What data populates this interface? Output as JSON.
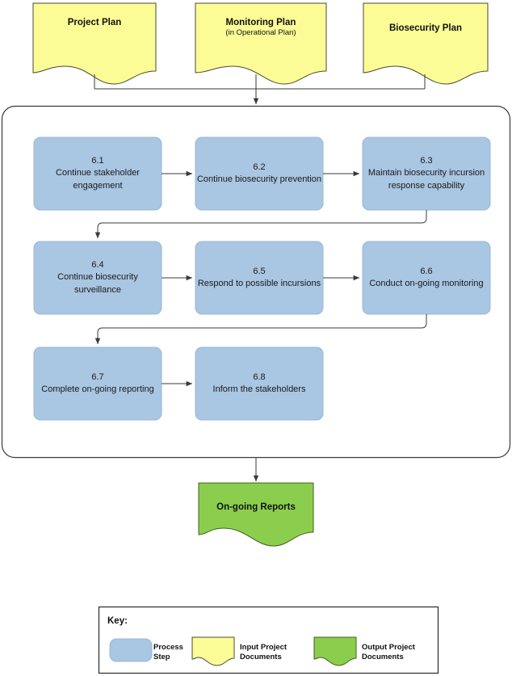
{
  "colors": {
    "process_fill": "#a9c6e2",
    "process_stroke": "#9ab8d6",
    "input_doc_fill": "#fcfc97",
    "input_doc_stroke": "#4a4a33",
    "output_doc_fill": "#8bce4e",
    "output_doc_stroke": "#3f5e22",
    "line": "#3a3a3a",
    "container_stroke": "#3a3a3a",
    "key_stroke": "#2a2a2a",
    "background": "#ffffff"
  },
  "diagram": {
    "type": "flowchart",
    "input_documents": [
      {
        "id": "project-plan",
        "label": "Project Plan",
        "sublabel": ""
      },
      {
        "id": "monitoring-plan",
        "label": "Monitoring Plan",
        "sublabel": "(in Operational Plan)"
      },
      {
        "id": "biosecurity-plan",
        "label": "Biosecurity Plan",
        "sublabel": ""
      }
    ],
    "process_steps": [
      {
        "number": "6.1",
        "label": "Continue stakeholder engagement"
      },
      {
        "number": "6.2",
        "label": "Continue biosecurity prevention"
      },
      {
        "number": "6.3",
        "label": "Maintain biosecurity incursion response capability"
      },
      {
        "number": "6.4",
        "label": "Continue biosecurity surveillance"
      },
      {
        "number": "6.5",
        "label": "Respond to possible incursions"
      },
      {
        "number": "6.6",
        "label": "Conduct on-going monitoring"
      },
      {
        "number": "6.7",
        "label": "Complete on-going reporting"
      },
      {
        "number": "6.8",
        "label": "Inform the stakeholders"
      }
    ],
    "output_documents": [
      {
        "id": "ongoing-reports",
        "label": "On-going Reports"
      }
    ],
    "flow_order": [
      "6.1",
      "6.2",
      "6.3",
      "6.4",
      "6.5",
      "6.6",
      "6.7",
      "6.8"
    ]
  },
  "key": {
    "title": "Key:",
    "items": [
      {
        "swatch": "process-step-swatch",
        "line1": "Process",
        "line2": "Step"
      },
      {
        "swatch": "input-document-swatch",
        "line1": "Input Project",
        "line2": "Documents"
      },
      {
        "swatch": "output-document-swatch",
        "line1": "Output Project",
        "line2": "Documents"
      }
    ]
  }
}
